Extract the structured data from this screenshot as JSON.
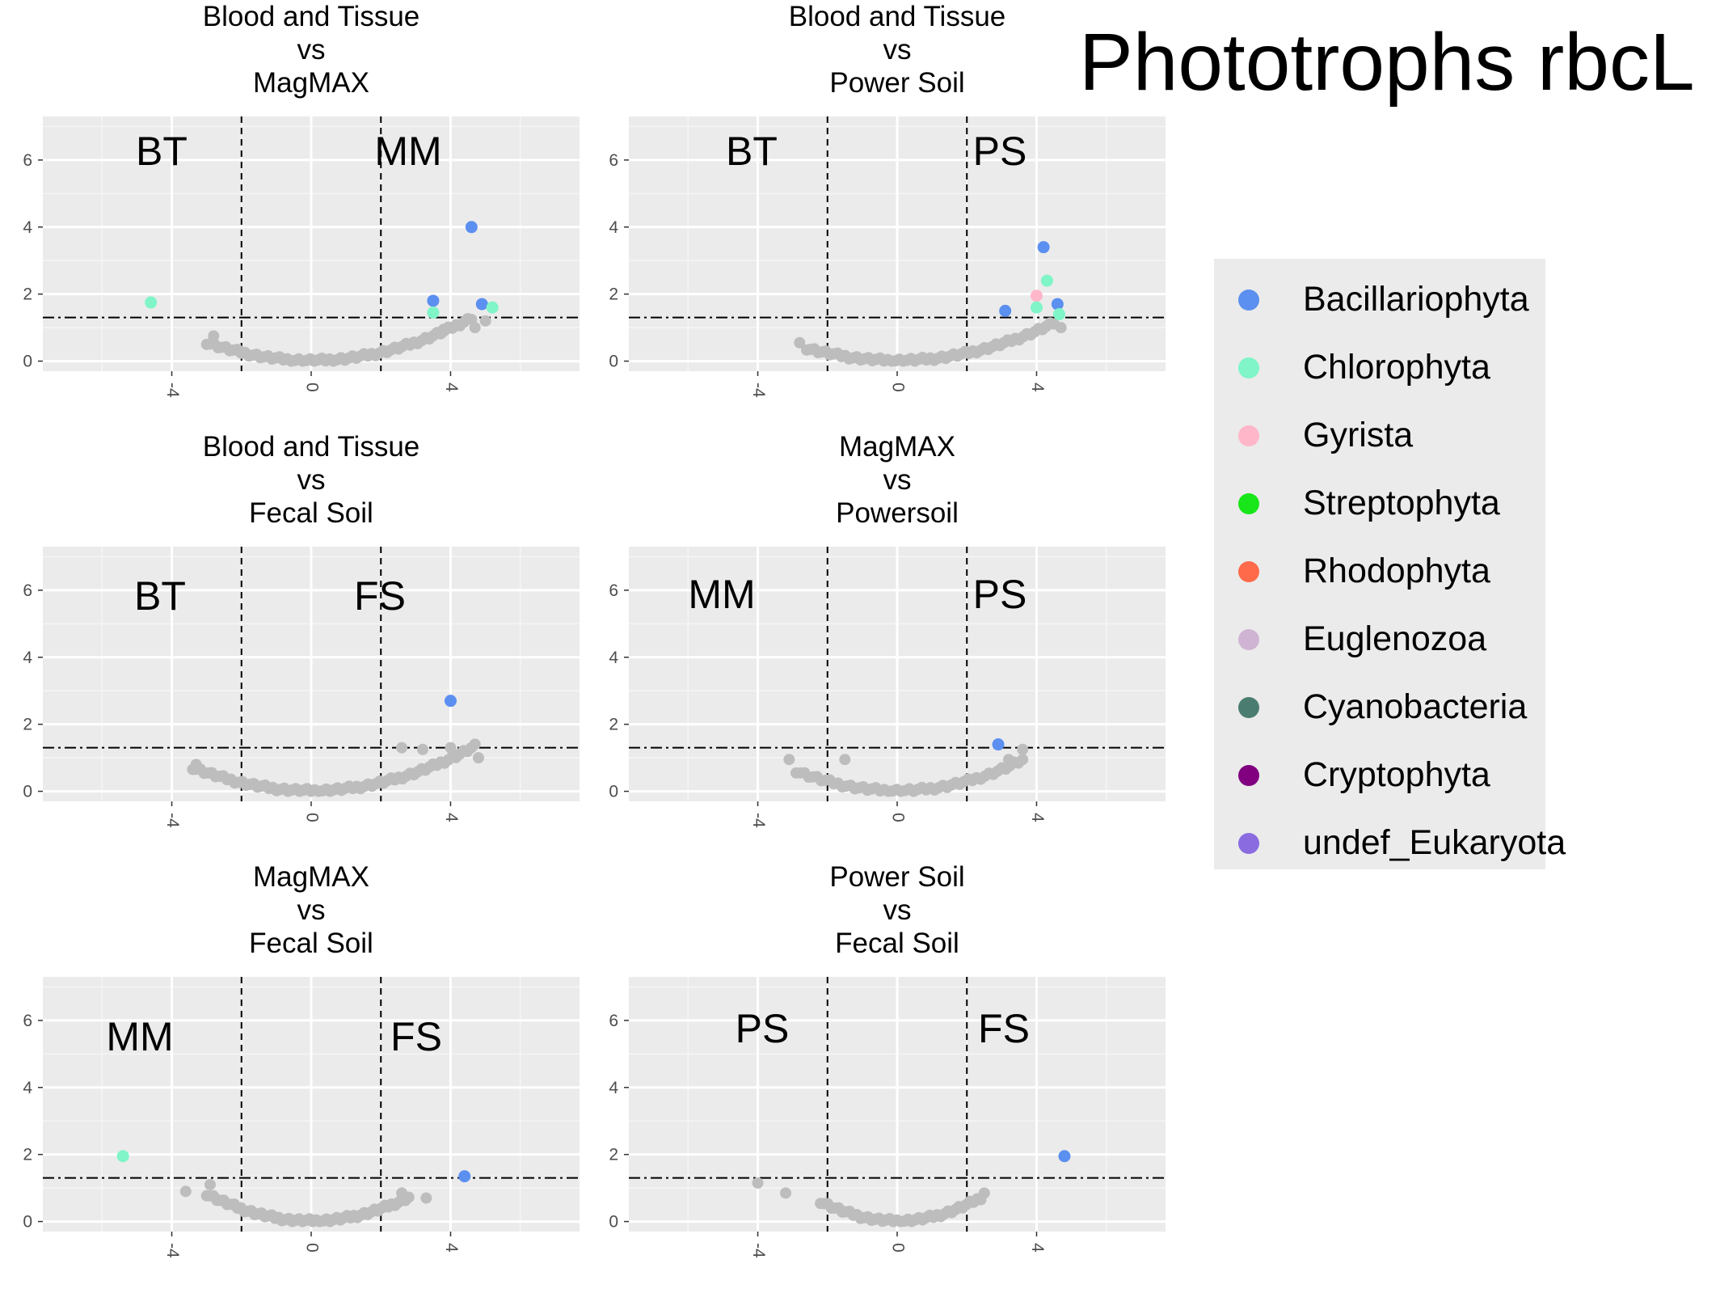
{
  "main_title": "Phototrophs rbcL",
  "legend": [
    {
      "name": "Bacillariophyta",
      "color": "#5b8ff0"
    },
    {
      "name": "Chlorophyta",
      "color": "#7ff5c8"
    },
    {
      "name": "Gyrista",
      "color": "#ffb6c8"
    },
    {
      "name": "Streptophyta",
      "color": "#19e619"
    },
    {
      "name": "Rhodophyta",
      "color": "#ff6a4a"
    },
    {
      "name": "Euglenozoa",
      "color": "#d0b4d4"
    },
    {
      "name": "Cyanobacteria",
      "color": "#4a7d70"
    },
    {
      "name": "Cryptophyta",
      "color": "#800080"
    },
    {
      "name": "undef_Eukaryota",
      "color": "#8a6be0"
    }
  ],
  "chart_data": [
    {
      "type": "scatter",
      "title": [
        "Blood and Tissue",
        "vs",
        "MagMAX"
      ],
      "group_labels": {
        "left": "BT",
        "right": "MM"
      },
      "xlim": [
        -7.7,
        7.7
      ],
      "ylim": [
        -0.3,
        7.3
      ],
      "x_ticks": [
        -4,
        0,
        4
      ],
      "x_tick_labels": [
        "-4",
        "0",
        "4"
      ],
      "y_ticks": [
        0,
        2,
        4,
        6
      ],
      "y_tick_labels": [
        "0",
        "2",
        "4",
        "6"
      ],
      "vlines": [
        -2,
        2
      ],
      "hline": 1.3,
      "points": [
        {
          "x": -4.6,
          "y": 1.75,
          "group": "Chlorophyta"
        },
        {
          "x": 4.6,
          "y": 4.0,
          "group": "Bacillariophyta"
        },
        {
          "x": 3.5,
          "y": 1.8,
          "group": "Bacillariophyta"
        },
        {
          "x": 4.9,
          "y": 1.7,
          "group": "Bacillariophyta"
        },
        {
          "x": 3.5,
          "y": 1.45,
          "group": "Chlorophyta"
        },
        {
          "x": 5.2,
          "y": 1.6,
          "group": "Chlorophyta"
        }
      ],
      "background_points": {
        "x_from": -3.0,
        "x_to": 4.6,
        "y_at_0": 0.02,
        "scale": 0.06,
        "count": 70
      },
      "background_extra": [
        {
          "x": 4.7,
          "y": 1.0
        },
        {
          "x": 5.0,
          "y": 1.2
        },
        {
          "x": 3.8,
          "y": 0.95
        },
        {
          "x": -2.8,
          "y": 0.75
        }
      ]
    },
    {
      "type": "scatter",
      "title": [
        "Blood and Tissue",
        "vs",
        "Power Soil"
      ],
      "group_labels": {
        "left": "BT",
        "right": "PS"
      },
      "xlim": [
        -7.7,
        7.7
      ],
      "ylim": [
        -0.3,
        7.3
      ],
      "x_ticks": [
        -4,
        0,
        4
      ],
      "x_tick_labels": [
        "-4",
        "0",
        "4"
      ],
      "y_ticks": [
        0,
        2,
        4,
        6
      ],
      "y_tick_labels": [
        "0",
        "2",
        "4",
        "6"
      ],
      "vlines": [
        -2,
        2
      ],
      "hline": 1.3,
      "points": [
        {
          "x": 4.2,
          "y": 3.4,
          "group": "Bacillariophyta"
        },
        {
          "x": 4.3,
          "y": 2.4,
          "group": "Chlorophyta"
        },
        {
          "x": 4.0,
          "y": 1.95,
          "group": "Gyrista"
        },
        {
          "x": 4.6,
          "y": 1.7,
          "group": "Bacillariophyta"
        },
        {
          "x": 4.0,
          "y": 1.6,
          "group": "Chlorophyta"
        },
        {
          "x": 3.1,
          "y": 1.5,
          "group": "Bacillariophyta"
        },
        {
          "x": 4.65,
          "y": 1.4,
          "group": "Chlorophyta"
        }
      ],
      "background_points": {
        "x_from": -2.6,
        "x_to": 4.5,
        "y_at_0": 0.02,
        "scale": 0.055,
        "count": 65
      },
      "background_extra": [
        {
          "x": 4.7,
          "y": 1.0
        },
        {
          "x": -2.8,
          "y": 0.55
        }
      ]
    },
    {
      "type": "scatter",
      "title": [
        "Blood and Tissue",
        "vs",
        "Fecal Soil"
      ],
      "group_labels": {
        "left": "BT",
        "right": "FS"
      },
      "xlim": [
        -7.7,
        7.7
      ],
      "ylim": [
        -0.3,
        7.3
      ],
      "x_ticks": [
        -4,
        0,
        4
      ],
      "x_tick_labels": [
        "-4",
        "0",
        "4"
      ],
      "y_ticks": [
        0,
        2,
        4,
        6
      ],
      "y_tick_labels": [
        "0",
        "2",
        "4",
        "6"
      ],
      "vlines": [
        -2,
        2
      ],
      "hline": 1.3,
      "points": [
        {
          "x": 4.0,
          "y": 2.7,
          "group": "Bacillariophyta"
        }
      ],
      "background_points": {
        "x_from": -3.4,
        "x_to": 4.7,
        "y_at_0": 0.02,
        "scale": 0.06,
        "count": 75
      },
      "background_extra": [
        {
          "x": 2.6,
          "y": 1.3
        },
        {
          "x": 3.2,
          "y": 1.25
        },
        {
          "x": 4.0,
          "y": 1.3
        },
        {
          "x": -3.3,
          "y": 0.8
        },
        {
          "x": 4.8,
          "y": 1.0
        }
      ]
    },
    {
      "type": "scatter",
      "title": [
        "MagMAX",
        "vs",
        "Powersoil"
      ],
      "group_labels": {
        "left": "MM",
        "right": "PS"
      },
      "xlim": [
        -7.7,
        7.7
      ],
      "ylim": [
        -0.3,
        7.3
      ],
      "x_ticks": [
        -4,
        0,
        4
      ],
      "x_tick_labels": [
        "-4",
        "0",
        "4"
      ],
      "y_ticks": [
        0,
        2,
        4,
        6
      ],
      "y_tick_labels": [
        "0",
        "2",
        "4",
        "6"
      ],
      "vlines": [
        -2,
        2
      ],
      "hline": 1.3,
      "points": [
        {
          "x": 2.9,
          "y": 1.4,
          "group": "Bacillariophyta"
        }
      ],
      "background_points": {
        "x_from": -2.9,
        "x_to": 3.6,
        "y_at_0": 0.02,
        "scale": 0.07,
        "count": 55
      },
      "background_extra": [
        {
          "x": -3.1,
          "y": 0.95
        },
        {
          "x": -1.5,
          "y": 0.95
        },
        {
          "x": 3.6,
          "y": 1.25
        },
        {
          "x": 3.2,
          "y": 0.95
        }
      ]
    },
    {
      "type": "scatter",
      "title": [
        "MagMAX",
        "vs",
        "Fecal Soil"
      ],
      "group_labels": {
        "left": "MM",
        "right": "FS"
      },
      "xlim": [
        -7.7,
        7.7
      ],
      "ylim": [
        -0.3,
        7.3
      ],
      "x_ticks": [
        -4,
        0,
        4
      ],
      "x_tick_labels": [
        "-4",
        "0",
        "4"
      ],
      "y_ticks": [
        0,
        2,
        4,
        6
      ],
      "y_tick_labels": [
        "0",
        "2",
        "4",
        "6"
      ],
      "vlines": [
        -2,
        2
      ],
      "hline": 1.3,
      "points": [
        {
          "x": -5.4,
          "y": 1.95,
          "group": "Chlorophyta"
        },
        {
          "x": 4.4,
          "y": 1.35,
          "group": "Bacillariophyta"
        }
      ],
      "background_points": {
        "x_from": -3.0,
        "x_to": 2.8,
        "y_at_0": 0.02,
        "scale": 0.09,
        "count": 60
      },
      "background_extra": [
        {
          "x": -3.6,
          "y": 0.9
        },
        {
          "x": -2.9,
          "y": 1.1
        },
        {
          "x": 3.3,
          "y": 0.7
        },
        {
          "x": 2.6,
          "y": 0.85
        }
      ]
    },
    {
      "type": "scatter",
      "title": [
        "Power Soil",
        "vs",
        "Fecal Soil"
      ],
      "group_labels": {
        "left": "PS",
        "right": "FS"
      },
      "xlim": [
        -7.7,
        7.7
      ],
      "ylim": [
        -0.3,
        7.3
      ],
      "x_ticks": [
        -4,
        0,
        4
      ],
      "x_tick_labels": [
        "-4",
        "0",
        "4"
      ],
      "y_ticks": [
        0,
        2,
        4,
        6
      ],
      "y_tick_labels": [
        "0",
        "2",
        "4",
        "6"
      ],
      "vlines": [
        -2,
        2
      ],
      "hline": 1.3,
      "points": [
        {
          "x": 4.8,
          "y": 1.95,
          "group": "Bacillariophyta"
        }
      ],
      "background_points": {
        "x_from": -2.2,
        "x_to": 2.4,
        "y_at_0": 0.02,
        "scale": 0.12,
        "count": 45
      },
      "background_extra": [
        {
          "x": -4.0,
          "y": 1.15
        },
        {
          "x": -3.2,
          "y": 0.85
        },
        {
          "x": 2.5,
          "y": 0.85
        }
      ]
    }
  ]
}
